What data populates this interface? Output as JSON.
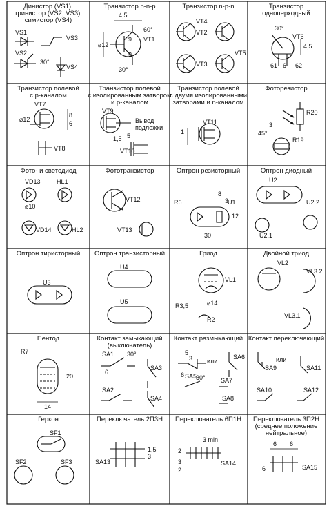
{
  "cells": [
    {
      "id": "dinistor",
      "title": [
        "Динистор (VS1),",
        "тринистор (VS2, VS3),",
        "симистор (VS4)"
      ],
      "labels": [
        "VS1",
        "VS3",
        "VS2",
        "VS4",
        "30°"
      ]
    },
    {
      "id": "pnp",
      "title": [
        "Транзистор p-n-p"
      ],
      "labels": [
        "4,5",
        "VT1",
        "⌀12",
        "9",
        "9",
        "60°",
        "30°"
      ]
    },
    {
      "id": "npn",
      "title": [
        "Транзистор n-p-n"
      ],
      "labels": [
        "VT4",
        "VT2",
        "VT3",
        "VT5"
      ]
    },
    {
      "id": "unijunction",
      "title": [
        "Транзистор",
        "одноперходный"
      ],
      "labels": [
        "30°",
        "VT6",
        "4,5",
        "61",
        "6",
        "62"
      ]
    },
    {
      "id": "fet-p",
      "title": [
        "Транзистор полевой",
        "с p-каналом"
      ],
      "labels": [
        "VT7",
        "⌀12",
        "8",
        "6",
        "VT8"
      ]
    },
    {
      "id": "fet-insulated",
      "title": [
        "Транзистор полевой",
        "с изолированным затвором",
        "и p-каналом"
      ],
      "labels": [
        "VT9",
        "Вывод",
        "подложки",
        "1,5",
        "5",
        "VT10"
      ]
    },
    {
      "id": "fet-dual-gate",
      "title": [
        "Транзистор полевой",
        "с двумя изолированными",
        "затворами и n-каналом"
      ],
      "labels": [
        "VT11",
        "1"
      ]
    },
    {
      "id": "photoresistor",
      "title": [
        "Фоторезистор"
      ],
      "labels": [
        "R20",
        "45°",
        "3",
        "R19"
      ]
    },
    {
      "id": "photo-led",
      "title": [
        "Фото- и светодиод"
      ],
      "labels": [
        "VD13",
        "HL1",
        "⌀10",
        "VD14",
        "HL2"
      ]
    },
    {
      "id": "phototransistor",
      "title": [
        "Фототранзистор"
      ],
      "labels": [
        "VT12",
        "VT13"
      ]
    },
    {
      "id": "optocoupler-resistor",
      "title": [
        "Оптрон резисторный"
      ],
      "labels": [
        "8",
        "3",
        "R6",
        "U1",
        "12",
        "30"
      ]
    },
    {
      "id": "optocoupler-diode",
      "title": [
        "Оптрон диодный"
      ],
      "labels": [
        "U2",
        "U2.2",
        "U2.1"
      ]
    },
    {
      "id": "optocoupler-thyristor",
      "title": [
        "Оптрон тиристорный"
      ],
      "labels": [
        "U3"
      ]
    },
    {
      "id": "optocoupler-transistor",
      "title": [
        "Оптрон транзисторный"
      ],
      "labels": [
        "U4",
        "U5"
      ]
    },
    {
      "id": "triode",
      "title": [
        "Гриод"
      ],
      "labels": [
        "VL1",
        "⌀14",
        "R3,5",
        "R2"
      ]
    },
    {
      "id": "double-triode",
      "title": [
        "Двойной триод"
      ],
      "labels": [
        "VL2",
        "VL3.2",
        "VL3.1"
      ]
    },
    {
      "id": "pentode",
      "title": [
        "Пентод"
      ],
      "labels": [
        "R7",
        "20",
        "14"
      ]
    },
    {
      "id": "contact-make",
      "title": [
        "Контакт замыкающий",
        "(выключатель)"
      ],
      "labels": [
        "SA1",
        "30°",
        "6",
        "SA3",
        "SA2",
        "SA4"
      ]
    },
    {
      "id": "contact-break",
      "title": [
        "Контакт размыкающий"
      ],
      "labels": [
        "5",
        "3",
        "или",
        "SA6",
        "SA5",
        "6",
        "30°",
        "SA7",
        "SA8"
      ]
    },
    {
      "id": "contact-changeover",
      "title": [
        "Контакт переключающий"
      ],
      "labels": [
        "или",
        "SA9",
        "SA11",
        "SA10",
        "SA12"
      ]
    },
    {
      "id": "reed",
      "title": [
        "Геркон"
      ],
      "labels": [
        "SF1",
        "SF2",
        "SF3"
      ]
    },
    {
      "id": "switch-2p3n",
      "title": [
        "Переключатель 2П3Н"
      ],
      "labels": [
        "SA13",
        "1,5",
        "3"
      ]
    },
    {
      "id": "switch-6p1n",
      "title": [
        "Переключатель 6П1Н"
      ],
      "labels": [
        "3 min",
        "2",
        "SA14",
        "3",
        "2"
      ]
    },
    {
      "id": "switch-3p2n",
      "title": [
        "Переключатель 3П2Н",
        "(среднее положение",
        "нейтральное)"
      ],
      "labels": [
        "6",
        "6",
        "SA15",
        "6"
      ]
    }
  ]
}
